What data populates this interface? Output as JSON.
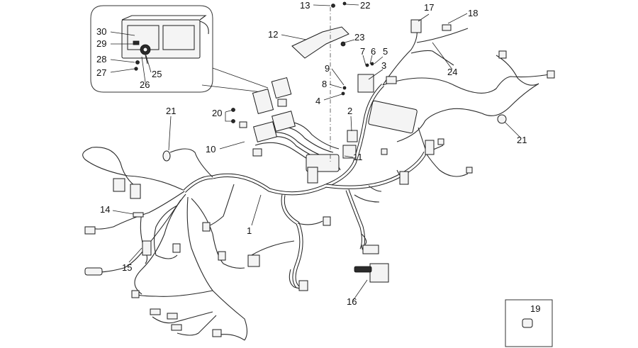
{
  "callouts": {
    "c1": "1",
    "c2": "2",
    "c3": "3",
    "c4": "4",
    "c5": "5",
    "c6": "6",
    "c7": "7",
    "c8": "8",
    "c9": "9",
    "c10": "10",
    "c11": "11",
    "c12": "12",
    "c13": "13",
    "c14": "14",
    "c15": "15",
    "c16": "16",
    "c17": "17",
    "c18": "18",
    "c19": "19",
    "c20": "20",
    "c21a": "21",
    "c21b": "21",
    "c22": "22",
    "c23": "23",
    "c24": "24",
    "c25": "25",
    "c26": "26",
    "c27": "27",
    "c28": "28",
    "c29": "29",
    "c30": "30"
  },
  "colors": {
    "line": "#1c1c1c",
    "background": "#ffffff"
  }
}
